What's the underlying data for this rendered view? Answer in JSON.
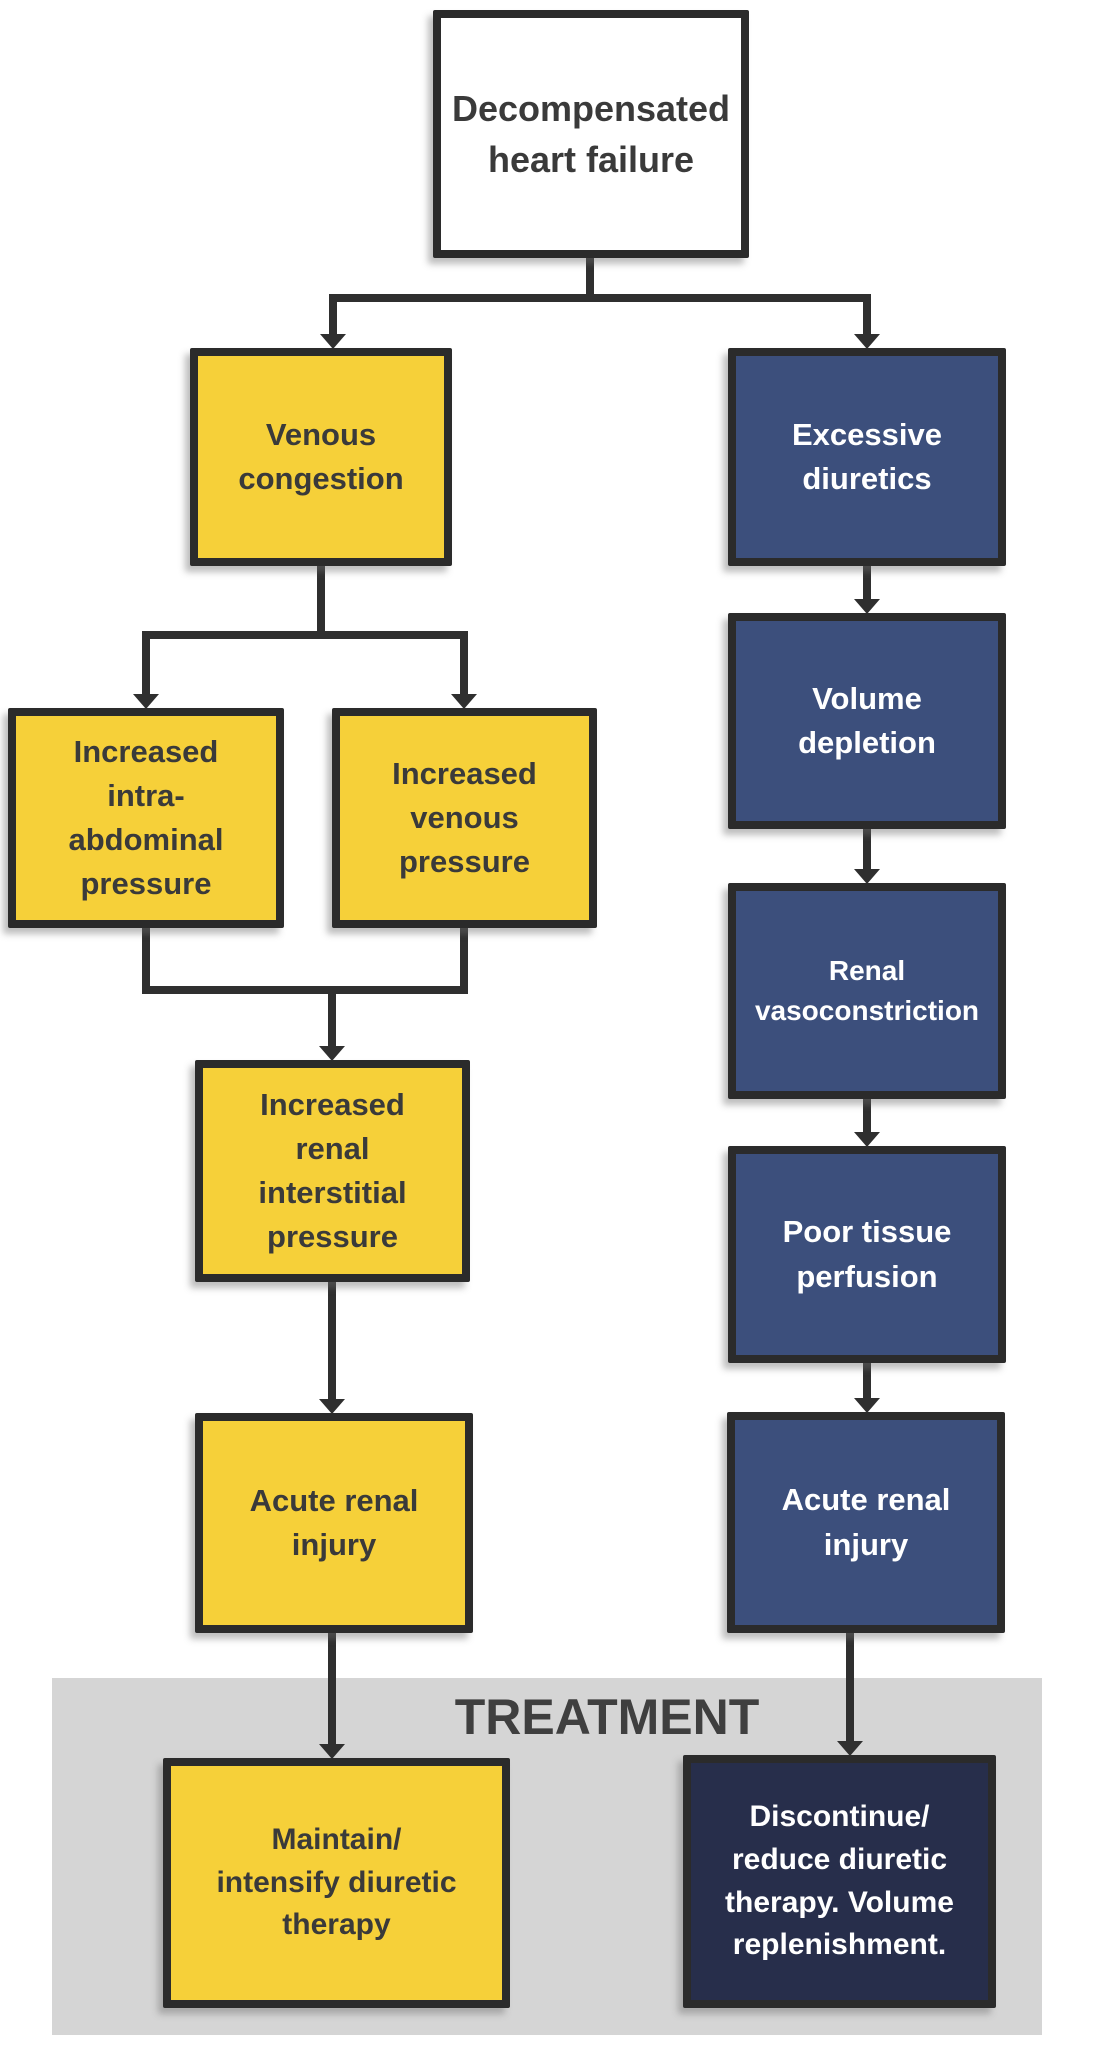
{
  "figure": {
    "type": "flowchart",
    "treatment_heading": "TREATMENT"
  },
  "colors": {
    "yellow_fill": "#f6d039",
    "navy_fill": "#3c4f7c",
    "dark_navy_fill": "#272e4b",
    "white_fill": "#ffffff",
    "box_border": "#2b2b2b",
    "connector": "#2f2f2f",
    "treatment_band": "#d5d5d5",
    "dark_text": "#3a3a3a",
    "light_text": "#ffffff"
  },
  "nodes": {
    "decompensated_heart_failure": {
      "label": [
        "Decompensated",
        "heart failure"
      ],
      "fill": "white"
    },
    "venous_congestion": {
      "label": [
        "Venous",
        "congestion"
      ],
      "fill": "yellow"
    },
    "excessive_diuretics": {
      "label": [
        "Excessive",
        "diuretics"
      ],
      "fill": "navy"
    },
    "increased_intra_abdominal_pressure": {
      "label": [
        "Increased",
        "intra-",
        "abdominal",
        "pressure"
      ],
      "fill": "yellow"
    },
    "increased_venous_pressure": {
      "label": [
        "Increased",
        "venous",
        "pressure"
      ],
      "fill": "yellow"
    },
    "volume_depletion": {
      "label": [
        "Volume",
        "depletion"
      ],
      "fill": "navy"
    },
    "renal_vasoconstriction": {
      "label": [
        "Renal",
        "vasoconstriction"
      ],
      "fill": "navy"
    },
    "increased_renal_interstitial_pressure": {
      "label": [
        "Increased",
        "renal",
        "interstitial",
        "pressure"
      ],
      "fill": "yellow"
    },
    "poor_tissue_perfusion": {
      "label": [
        "Poor tissue",
        "perfusion"
      ],
      "fill": "navy"
    },
    "acute_renal_injury_left": {
      "label": [
        "Acute renal",
        "injury"
      ],
      "fill": "yellow"
    },
    "acute_renal_injury_right": {
      "label": [
        "Acute renal",
        "injury"
      ],
      "fill": "navy"
    },
    "maintain_intensify_diuretic_therapy": {
      "label": [
        "Maintain/",
        "intensify diuretic",
        "therapy"
      ],
      "fill": "yellow"
    },
    "discontinue_reduce_diuretic_therapy": {
      "label": [
        "Discontinue/",
        "reduce diuretic",
        "therapy. Volume",
        "replenishment."
      ],
      "fill": "dark_navy"
    }
  },
  "edges": [
    {
      "from": "decompensated_heart_failure",
      "to": "venous_congestion"
    },
    {
      "from": "decompensated_heart_failure",
      "to": "excessive_diuretics"
    },
    {
      "from": "venous_congestion",
      "to": "increased_intra_abdominal_pressure"
    },
    {
      "from": "venous_congestion",
      "to": "increased_venous_pressure"
    },
    {
      "from": "increased_intra_abdominal_pressure",
      "to": "increased_renal_interstitial_pressure"
    },
    {
      "from": "increased_venous_pressure",
      "to": "increased_renal_interstitial_pressure"
    },
    {
      "from": "increased_renal_interstitial_pressure",
      "to": "acute_renal_injury_left"
    },
    {
      "from": "acute_renal_injury_left",
      "to": "maintain_intensify_diuretic_therapy"
    },
    {
      "from": "excessive_diuretics",
      "to": "volume_depletion"
    },
    {
      "from": "volume_depletion",
      "to": "renal_vasoconstriction"
    },
    {
      "from": "renal_vasoconstriction",
      "to": "poor_tissue_perfusion"
    },
    {
      "from": "poor_tissue_perfusion",
      "to": "acute_renal_injury_right"
    },
    {
      "from": "acute_renal_injury_right",
      "to": "discontinue_reduce_diuretic_therapy"
    }
  ]
}
